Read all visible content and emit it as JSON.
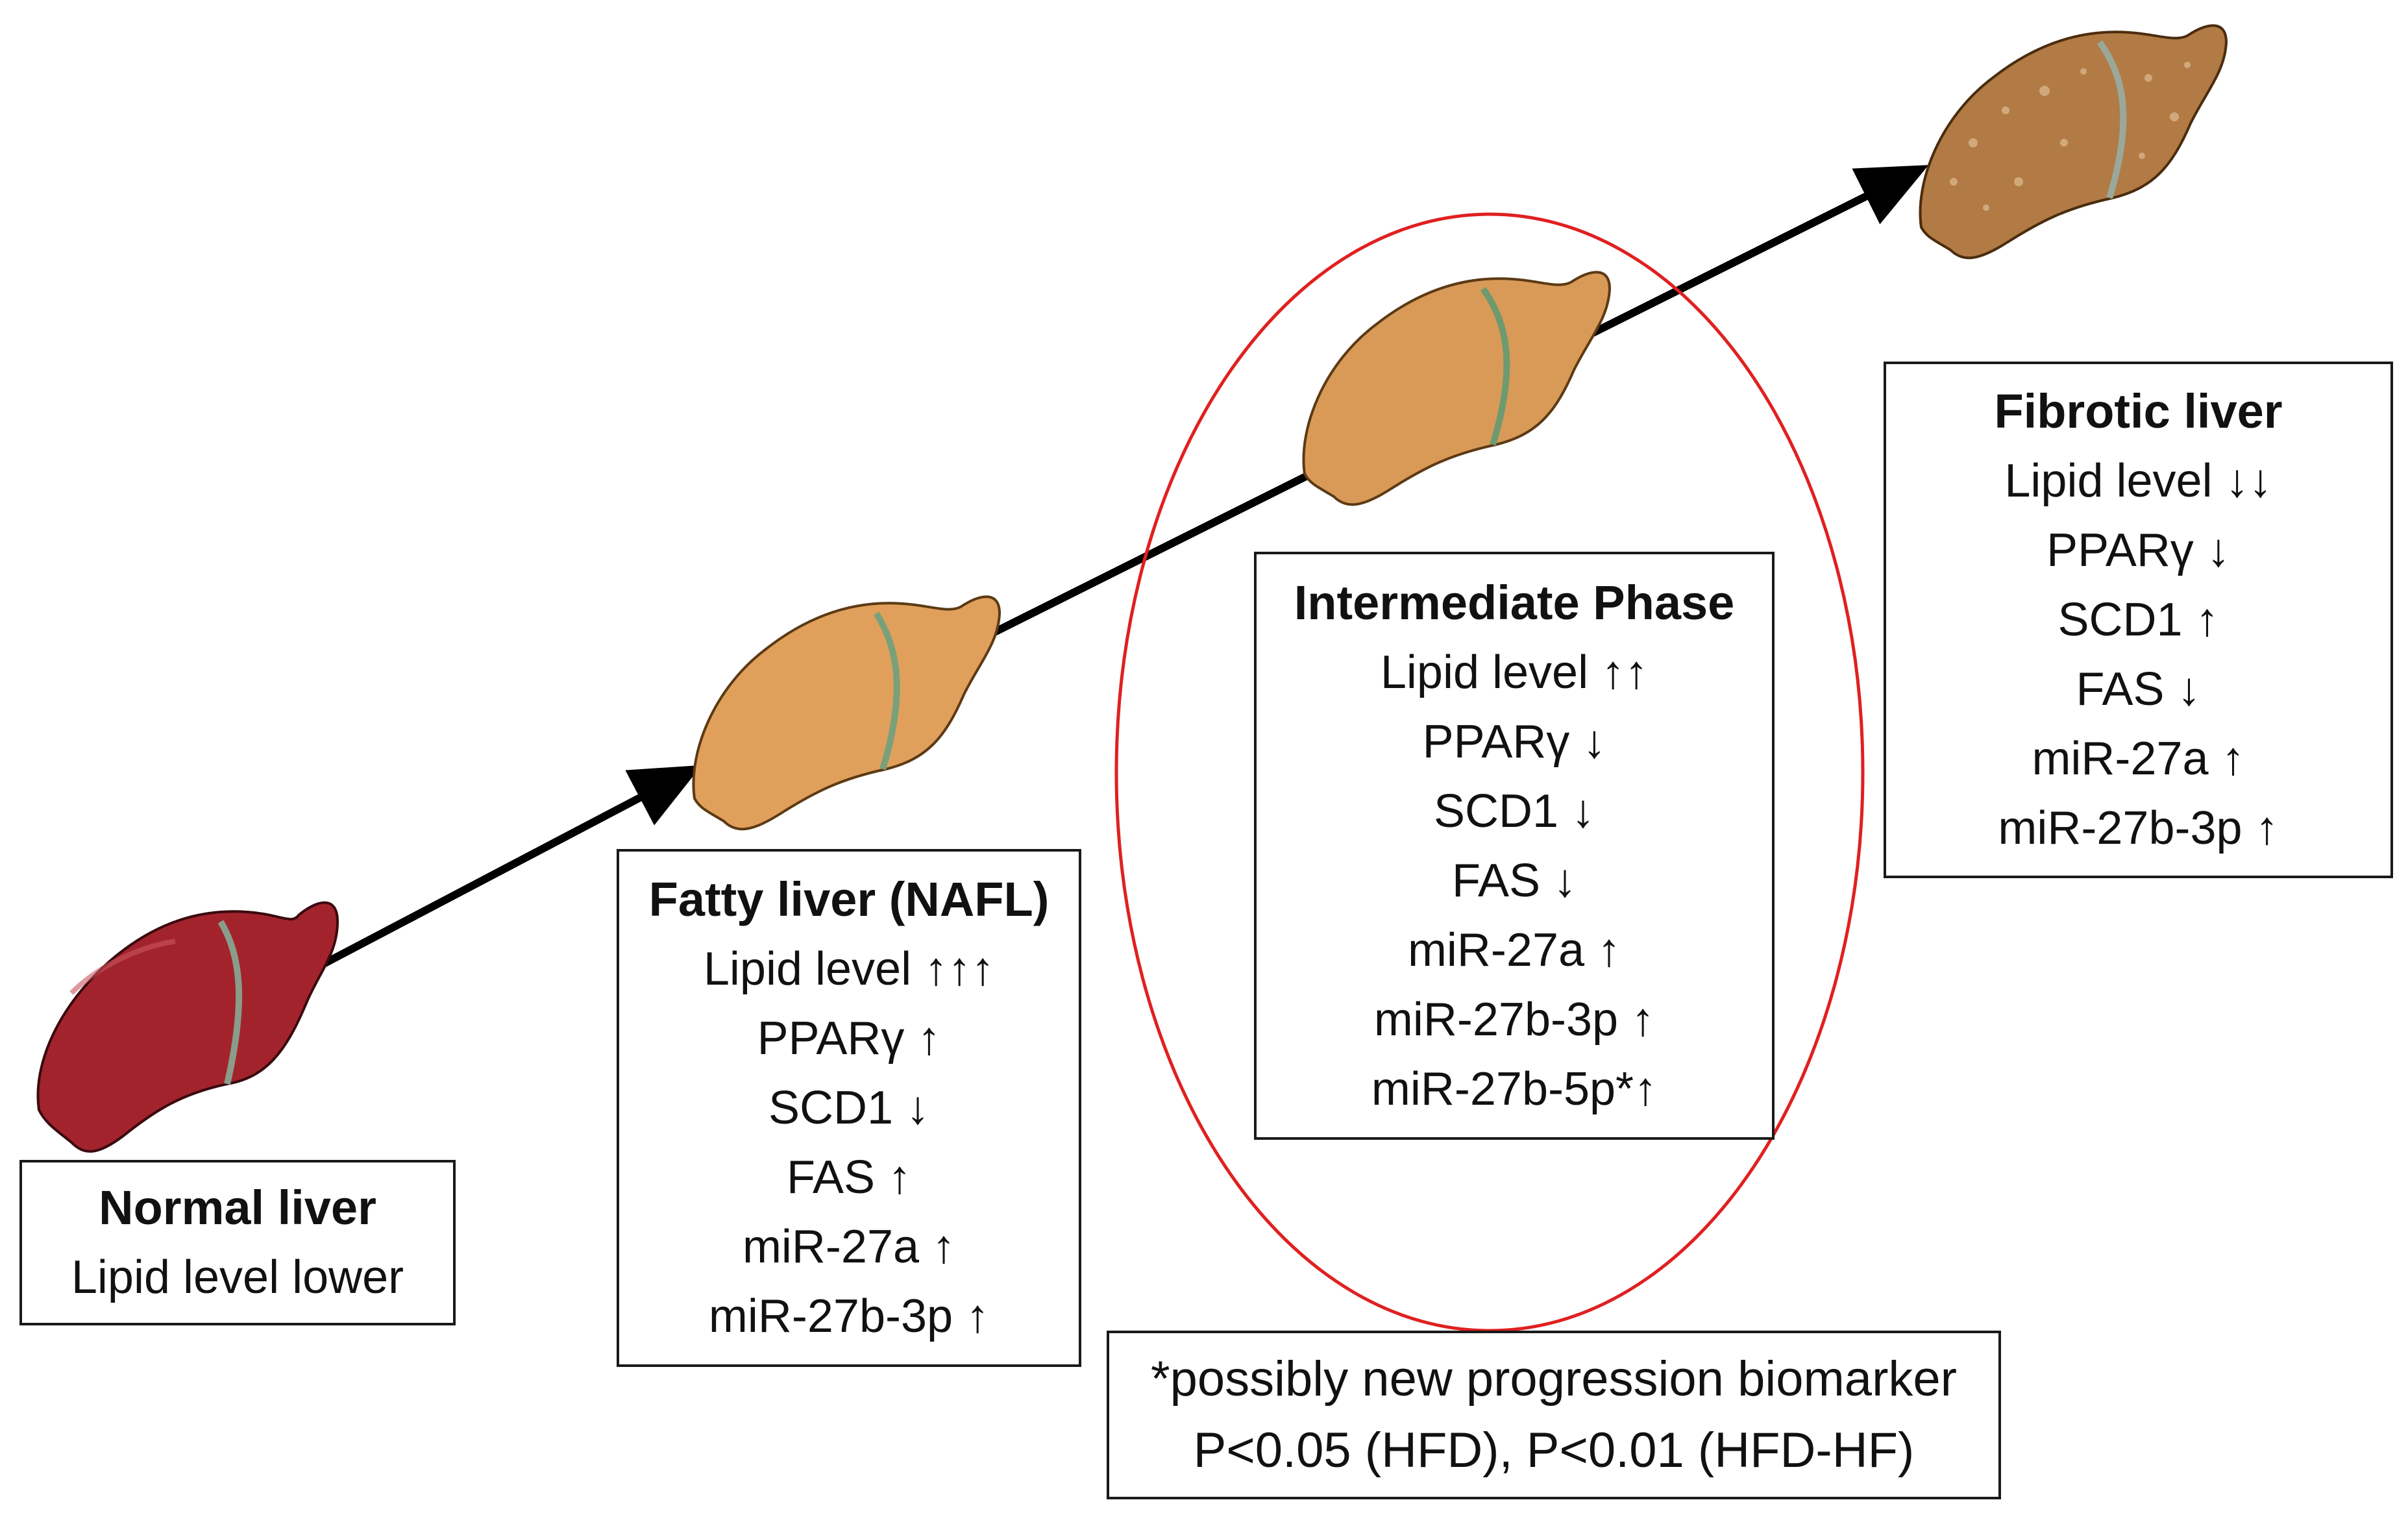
{
  "stages": [
    {
      "id": "normal",
      "title": "Normal liver",
      "lines": [
        "Lipid level lower"
      ],
      "liver_color": "#a3232d"
    },
    {
      "id": "nafl",
      "title": "Fatty liver (NAFL)",
      "lines": [
        "Lipid level ↑↑↑",
        "PPARγ ↑",
        "SCD1 ↓",
        "FAS ↑",
        "miR-27a ↑",
        "miR-27b-3p ↑"
      ],
      "liver_color": "#e0a05c"
    },
    {
      "id": "intermediate",
      "title": "Intermediate Phase",
      "lines": [
        "Lipid level ↑↑",
        "PPARγ ↓",
        "SCD1 ↓",
        "FAS ↓",
        "miR-27a ↑",
        "miR-27b-3p ↑",
        "miR-27b-5p*↑"
      ],
      "liver_color": "#d99a58"
    },
    {
      "id": "fibrotic",
      "title": "Fibrotic liver",
      "lines": [
        "Lipid level ↓↓",
        "PPARγ ↓",
        "SCD1 ↑",
        "FAS ↓",
        "miR-27a ↑",
        "miR-27b-3p ↑"
      ],
      "liver_color": "#b27a44"
    }
  ],
  "footnote": {
    "lines": [
      "*possibly new progression biomarker",
      "P<0.05 (HFD), P<0.01 (HFD-HF)"
    ]
  },
  "colors": {
    "highlight_ellipse": "#e02020",
    "arrow": "#000000",
    "box_border": "#1a1a1a"
  }
}
